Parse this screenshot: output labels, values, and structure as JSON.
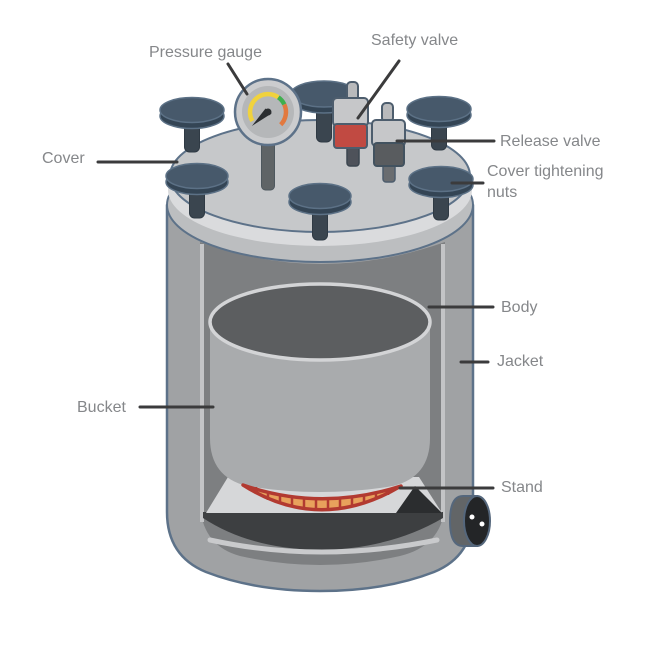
{
  "diagram": {
    "labels": {
      "pressure_gauge": "Pressure gauge",
      "safety_valve": "Safety valve",
      "cover": "Cover",
      "release_valve": "Release valve",
      "cover_tightening_nuts": "Cover tightening nuts",
      "body": "Body",
      "jacket": "Jacket",
      "bucket": "Bucket",
      "stand": "Stand"
    },
    "colors": {
      "label_text": "#85878a",
      "leader_line": "#3b3b3c",
      "outline_blue": "#5d7289",
      "lid_top": "#c6c8ca",
      "lid_rim": "#dadbdd",
      "flange": "#bcbec0",
      "body_metal": "#a0a2a4",
      "cavity_dark": "#7d7f81",
      "bucket_metal": "#a9abad",
      "bucket_opening": "#5c5e60",
      "nut_cap": "#47596b",
      "nut_stem": "#3a454f",
      "platform": "#d6d7d9",
      "heater_orange": "#e8a15c",
      "heater_red": "#b23a31",
      "safety_valve_red": "#c14a42",
      "valve_cap_gray": "#c6c7c9",
      "release_valve_dark": "#595c5f",
      "gauge_yellow": "#f0d23d",
      "gauge_green": "#3faf4e",
      "gauge_orange": "#e2793f",
      "socket_face": "#232527"
    }
  }
}
